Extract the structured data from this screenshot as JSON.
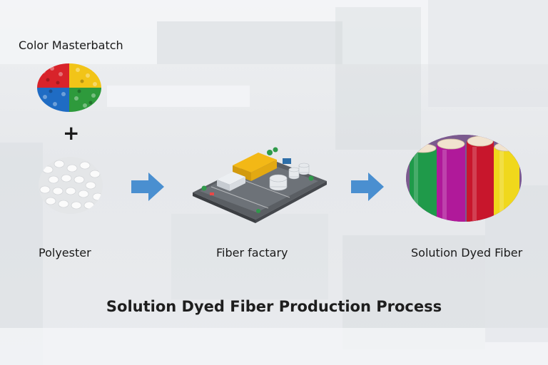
{
  "labels": {
    "masterbatch": "Color Masterbatch",
    "plus": "+",
    "polyester": "Polyester",
    "factory": "Fiber factary",
    "fiber": "Solution Dyed Fiber"
  },
  "title": "Solution Dyed Fiber Production Process",
  "icons": [
    "masterbatch-pellets-image",
    "polyester-pellets-image",
    "arrow-right-icon",
    "factory-illustration",
    "fiber-spools-image"
  ],
  "colors": {
    "arrow": "#4a8fd0",
    "pellet_red": "#d8232a",
    "pellet_yellow": "#f2c418",
    "pellet_green": "#2e9a3c",
    "pellet_blue": "#1f6cc4",
    "spool_green": "#1f9a4a",
    "spool_magenta": "#b0199a",
    "spool_red": "#c8162c",
    "spool_yellow": "#f0d81c"
  }
}
